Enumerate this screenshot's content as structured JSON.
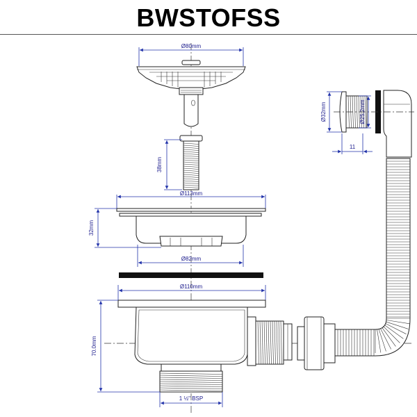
{
  "title": "BWSTOFSS",
  "dimensions": {
    "strainer_diameter": "Ø80mm",
    "bolt_length": "38mm",
    "flange_diameter": "Ø113mm",
    "bowl_depth": "32mm",
    "bowl_diameter": "Ø82mm",
    "body_diameter": "Ø110mm",
    "overall_height": "70.0mm",
    "thread_size": "1 ½\" BSP",
    "overflow_outer": "Ø32mm",
    "overflow_inner": "Ø25.2mm",
    "overflow_depth": "11"
  }
}
